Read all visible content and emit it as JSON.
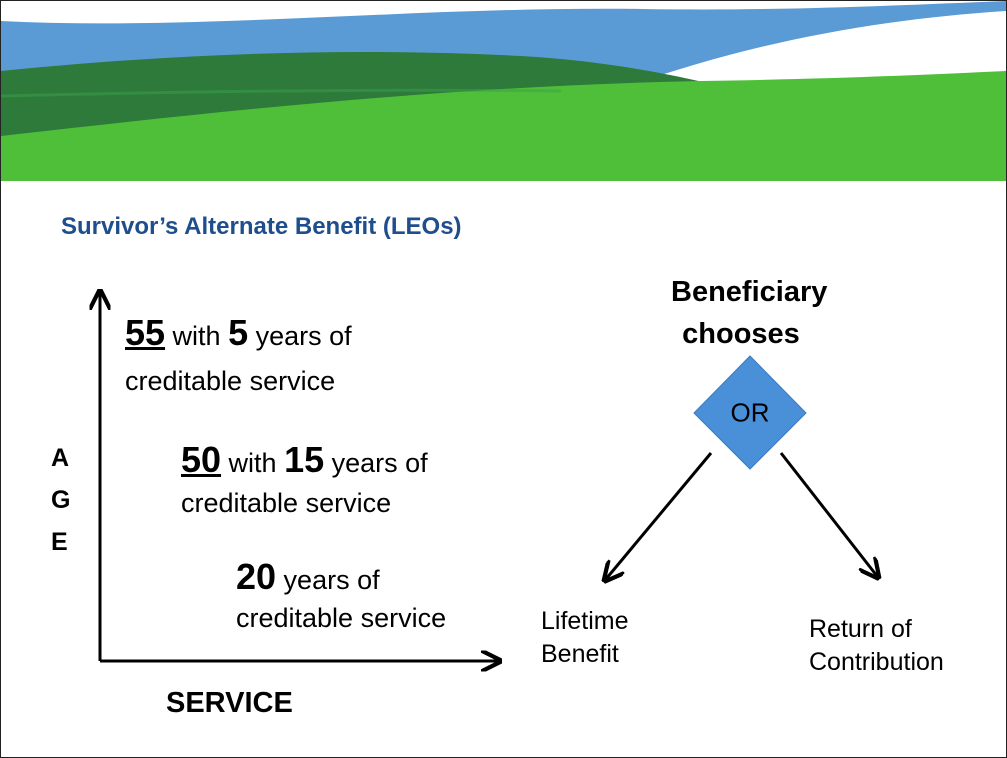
{
  "slide": {
    "title": "Survivor’s Alternate Benefit (LEOs)"
  },
  "tiers": [
    {
      "age": "55",
      "with": " with ",
      "years": "5",
      "suffix": " years of",
      "line2": "creditable service"
    },
    {
      "age": "50",
      "with": " with ",
      "years": "15",
      "suffix": " years of",
      "line2": "creditable service"
    },
    {
      "years": "20",
      "suffix": " years of",
      "line2": "creditable service"
    }
  ],
  "axes": {
    "y_letters": [
      "A",
      "G",
      "E"
    ],
    "x_label": "SERVICE"
  },
  "decision": {
    "heading_line1": "Beneficiary",
    "heading_line2": "chooses",
    "diamond_label": "OR",
    "option_left_line1": "Lifetime",
    "option_left_line2": "Benefit",
    "option_right_line1": "Return of",
    "option_right_line2": "Contribution"
  },
  "colors": {
    "title": "#1f4e8c",
    "banner_blue": "#5b9bd5",
    "banner_dark_green": "#2d7a3a",
    "banner_light_green": "#4fbf3a",
    "diamond_fill": "#4a90d9"
  }
}
